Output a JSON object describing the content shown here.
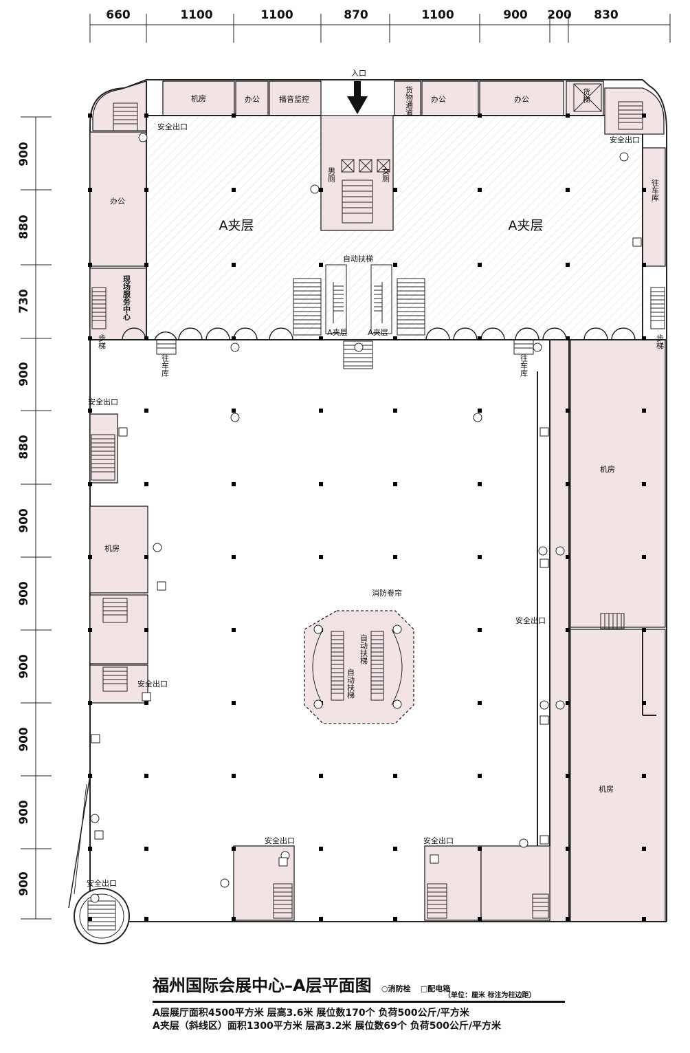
{
  "top_dimensions": [
    "660",
    "1100",
    "1100",
    "870",
    "1100",
    "900",
    "200",
    "830"
  ],
  "left_dimensions": [
    "900",
    "880",
    "730",
    "900",
    "880",
    "900",
    "900",
    "900",
    "900",
    "900",
    "900"
  ],
  "labels": {
    "entrance": "入口",
    "machine_room": "机房",
    "office": "办公",
    "broadcast_monitor": "播音监控",
    "cargo_passage": "货物通道",
    "freight_elevator": "货梯",
    "safety_exit": "安全出口",
    "to_garage": "往车库",
    "mezzanine": "A夹层",
    "escalator": "自动扶梯",
    "mens_toilet": "男厕",
    "womens_toilet": "女厕",
    "stairs": "步梯",
    "service_center": "现场服务中心",
    "fire_shutter": "消防卷帘",
    "escalator_vertical": "自动扶梯"
  },
  "caption": {
    "title": "福州国际会展中心–A层平面图",
    "legend_hydrant": "○消防栓",
    "legend_box": "□配电箱",
    "unit_note": "（单位：厘米  标注为柱边距）",
    "line1": "A层展厅面积4500平方米  层高3.6米  展位数170个  负荷500公斤/平方米",
    "line2": "A夹层（斜线区）面积1300平方米  层高3.2米  展位数69个  负荷500公斤/平方米"
  },
  "colors": {
    "room_fill": "#f2e4e4",
    "wall": "#222222",
    "hatch": "#d8d8d8",
    "column": "#000000"
  }
}
